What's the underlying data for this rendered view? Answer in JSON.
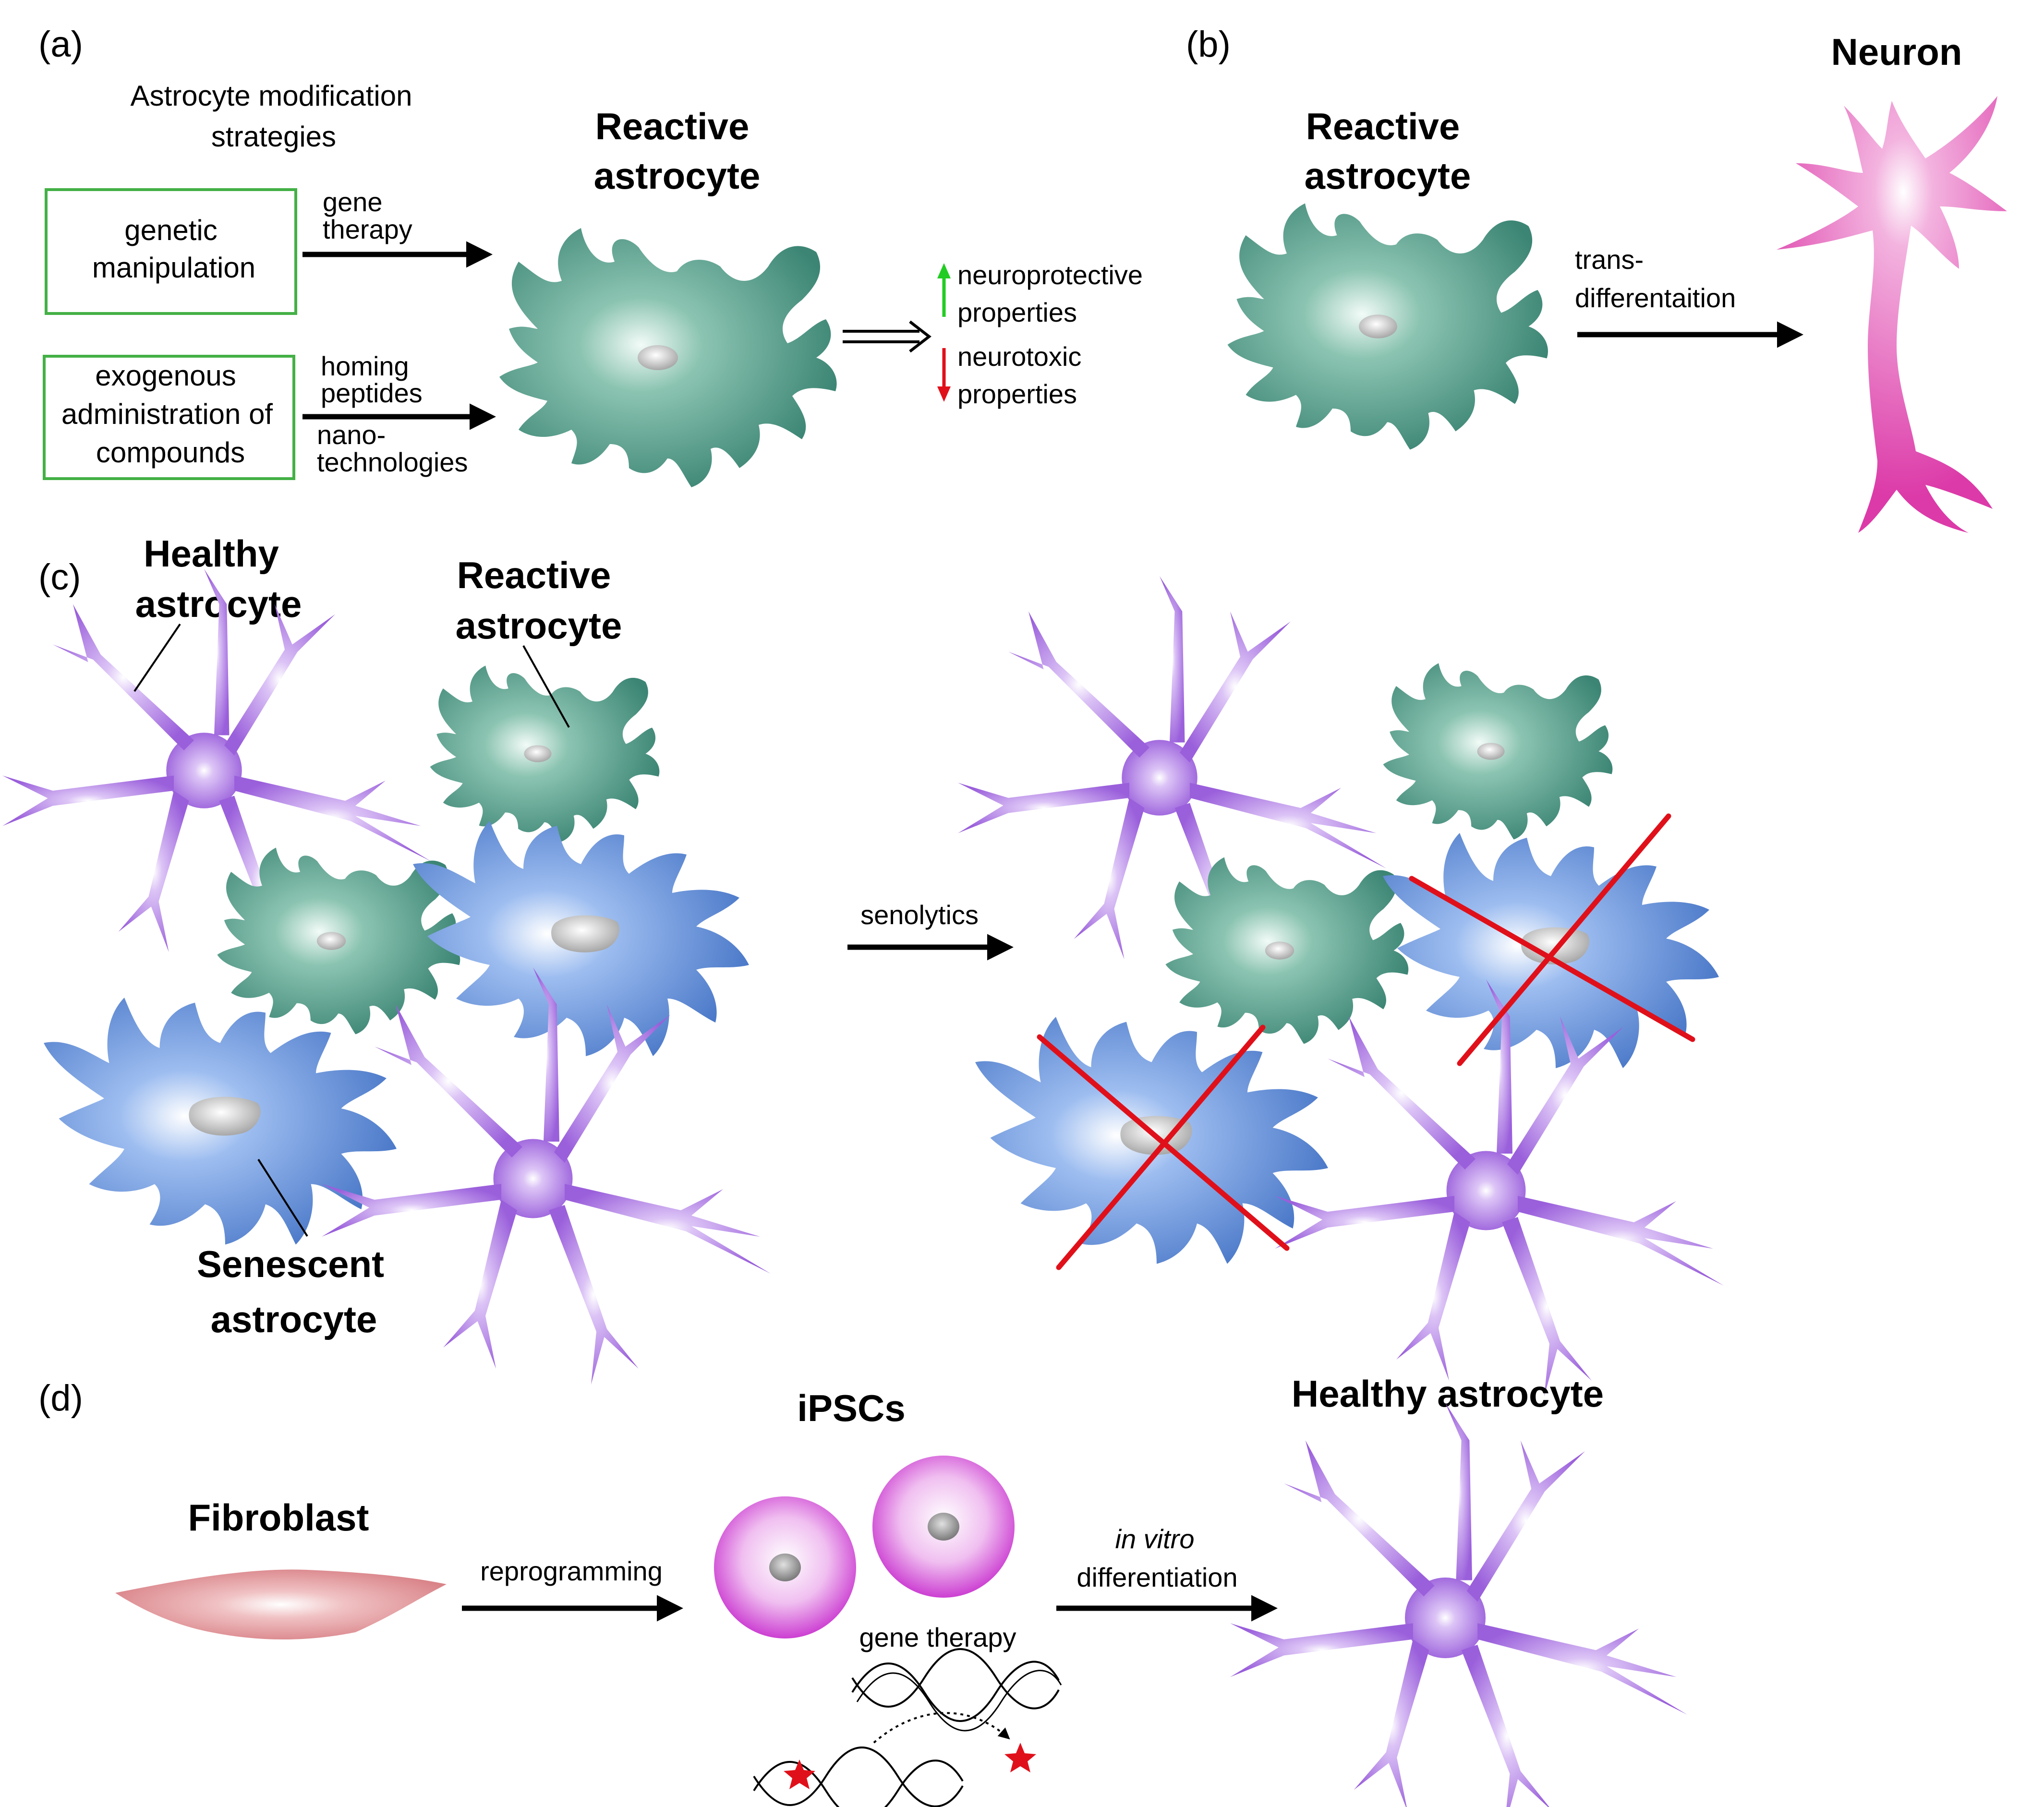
{
  "panels": {
    "a": {
      "label": "(a)",
      "heading_line1": "Astrocyte modification",
      "heading_line2": "strategies",
      "box1_line1": "genetic",
      "box1_line2": "manipulation",
      "box2_line1": "exogenous",
      "box2_line2": "administration of",
      "box2_line3": "compounds",
      "arrow1_line1": "gene",
      "arrow1_line2": "therapy",
      "arrow2_top1": "homing",
      "arrow2_top2": "peptides",
      "arrow2_bot1": "nano-",
      "arrow2_bot2": "technologies",
      "cell_line1": "Reactive",
      "cell_line2": "astrocyte",
      "up_line1": "neuroprotective",
      "up_line2": "properties",
      "down_line1": "neurotoxic",
      "down_line2": "properties"
    },
    "b": {
      "label": "(b)",
      "cell_line1": "Reactive",
      "cell_line2": "astrocyte",
      "arrow_line1": "trans-",
      "arrow_line2": "differentaition",
      "target": "Neuron"
    },
    "c": {
      "label": "(c)",
      "healthy_line1": "Healthy",
      "healthy_line2": "astrocyte",
      "reactive_line1": "Reactive",
      "reactive_line2": "astrocyte",
      "senescent_line1": "Senescent",
      "senescent_line2": "astrocyte",
      "arrow": "senolytics"
    },
    "d": {
      "label": "(d)",
      "source": "Fibroblast",
      "arrow1": "reprogramming",
      "ipsc": "iPSCs",
      "gene": "gene therapy",
      "arrow2_line1": "in vitro",
      "arrow2_line2": "differentiation",
      "target": "Healthy astrocyte"
    }
  },
  "colors": {
    "reactive": "#4f9a88",
    "senescent": "#5b87d4",
    "healthy": "#a870e0",
    "neuron": "#e25cb6",
    "ipsc": "#d452d8",
    "fibroblast": "#dc8d92",
    "box_border": "#44b046",
    "up_arrow": "#22cc22",
    "down_arrow": "#e0101a",
    "cross": "#e0101a"
  },
  "icons": [
    "arrow-up-icon",
    "arrow-down-icon",
    "implies-arrow-icon",
    "dna-helix-icon",
    "star-icon"
  ]
}
